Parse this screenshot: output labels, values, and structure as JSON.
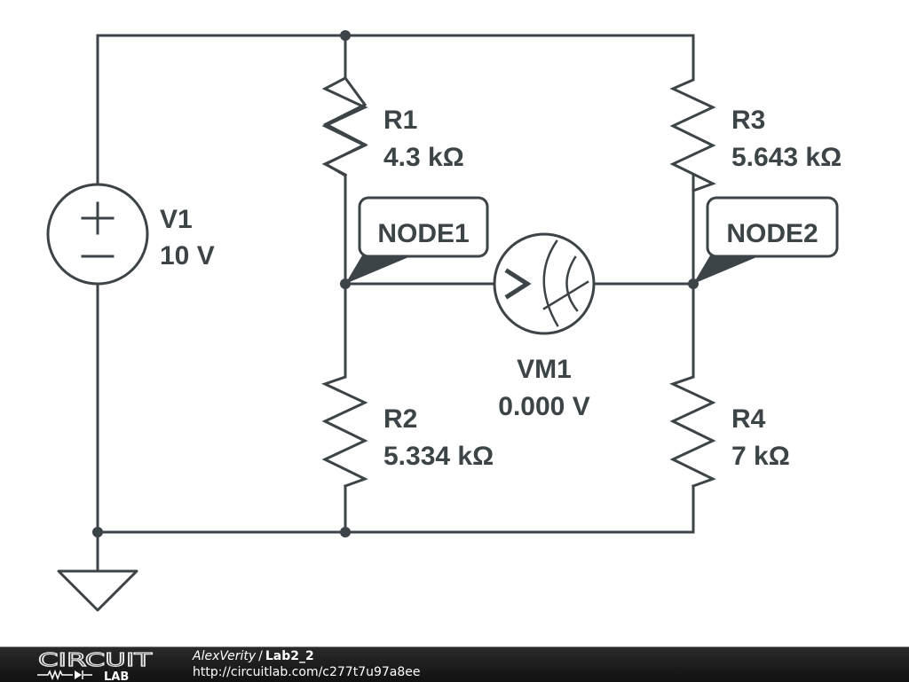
{
  "colors": {
    "ink": "#3c4448",
    "background": "#ffffff",
    "footer_bg": "#1a1a1a",
    "footer_text": "#ffffff"
  },
  "components": {
    "V1": {
      "name": "V1",
      "value": "10 V",
      "type": "voltage-source"
    },
    "R1": {
      "name": "R1",
      "value": "4.3 kΩ",
      "type": "resistor"
    },
    "R2": {
      "name": "R2",
      "value": "5.334 kΩ",
      "type": "resistor"
    },
    "R3": {
      "name": "R3",
      "value": "5.643 kΩ",
      "type": "resistor"
    },
    "R4": {
      "name": "R4",
      "value": "7 kΩ",
      "type": "resistor"
    },
    "VM1": {
      "name": "VM1",
      "value": "0.000 V",
      "type": "voltmeter"
    }
  },
  "nodes": {
    "node1": "NODE1",
    "node2": "NODE2"
  },
  "icons": {
    "voltmeter_symbol": ">",
    "source_plus": "+",
    "source_minus": "−",
    "ground": "ground-symbol"
  },
  "footer": {
    "logo_top": "CIRCUIT",
    "logo_bottom": "LAB",
    "author": "AlexVerity",
    "separator": "/",
    "circuit_name": "Lab2_2",
    "url": "http://circuitlab.com/c277t7u97a8ee"
  }
}
